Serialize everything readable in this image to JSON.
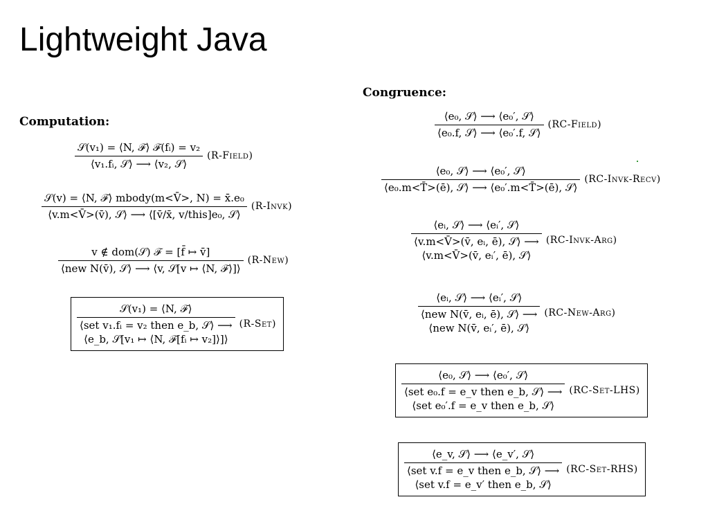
{
  "slide": {
    "title": "Lightweight Java"
  },
  "computation": {
    "heading": "Computation:",
    "rules": [
      {
        "premise": "𝒮(v₁) = ⟨N, ℱ⟩     ℱ(fᵢ) = v₂",
        "conclusion": "⟨v₁.fᵢ, 𝒮⟩ ⟶ ⟨v₂, 𝒮⟩",
        "conclusion_line2": "",
        "name": "(R-Field)"
      },
      {
        "premise": "𝒮(v) = ⟨N, ℱ⟩     mbody(m<V̄>, N) = x̄.e₀",
        "conclusion": "⟨v.m<V̄>(v̄), 𝒮⟩ ⟶ ⟨[v̄/x̄, v/this]e₀, 𝒮⟩",
        "conclusion_line2": "",
        "name": "(R-Invk)"
      },
      {
        "premise": "v ∉ dom(𝒮)     ℱ = [f̄ ↦ v̄]",
        "conclusion": "⟨new N(v̄), 𝒮⟩ ⟶ ⟨v, 𝒮[v ↦ ⟨N, ℱ⟩]⟩",
        "conclusion_line2": "",
        "name": "(R-New)"
      },
      {
        "premise": "𝒮(v₁) = ⟨N, ℱ⟩",
        "conclusion": "⟨set v₁.fᵢ = v₂ then e_b, 𝒮⟩ ⟶",
        "conclusion_line2": "⟨e_b, 𝒮[v₁ ↦ ⟨N, ℱ[fᵢ ↦ v₂]⟩]⟩",
        "name": "(R-Set)"
      }
    ]
  },
  "congruence": {
    "heading": "Congruence:",
    "rules": [
      {
        "premise": "⟨e₀, 𝒮⟩ ⟶ ⟨e₀′, 𝒮⟩",
        "conclusion": "⟨e₀.f, 𝒮⟩ ⟶ ⟨e₀′.f, 𝒮⟩",
        "conclusion_line2": "",
        "name": "(RC-Field)"
      },
      {
        "premise": "⟨e₀, 𝒮⟩ ⟶ ⟨e₀′, 𝒮⟩",
        "conclusion": "⟨e₀.m<T̄>(ē), 𝒮⟩ ⟶ ⟨e₀′.m<T̄>(ē), 𝒮⟩",
        "conclusion_line2": "",
        "name": "(RC-Invk-Recv)"
      },
      {
        "premise": "⟨eᵢ, 𝒮⟩ ⟶ ⟨eᵢ′, 𝒮⟩",
        "conclusion": "⟨v.m<V̄>(v̄, eᵢ, ē), 𝒮⟩ ⟶",
        "conclusion_line2": "⟨v.m<V̄>(v̄, eᵢ′, ē), 𝒮⟩",
        "name": "(RC-Invk-Arg)"
      },
      {
        "premise": "⟨eᵢ, 𝒮⟩ ⟶ ⟨eᵢ′, 𝒮⟩",
        "conclusion": "⟨new N(v̄, eᵢ, ē), 𝒮⟩ ⟶",
        "conclusion_line2": "⟨new N(v̄, eᵢ′, ē), 𝒮⟩",
        "name": "(RC-New-Arg)"
      },
      {
        "premise": "⟨e₀, 𝒮⟩ ⟶ ⟨e₀′, 𝒮⟩",
        "conclusion": "⟨set e₀.f = e_v then e_b, 𝒮⟩ ⟶",
        "conclusion_line2": "⟨set e₀′.f = e_v then e_b, 𝒮⟩",
        "name": "(RC-Set-LHS)"
      },
      {
        "premise": "⟨e_v, 𝒮⟩ ⟶ ⟨e_v′, 𝒮⟩",
        "conclusion": "⟨set v.f = e_v then e_b, 𝒮⟩ ⟶",
        "conclusion_line2": "⟨set v.f = e_v′ then e_b, 𝒮⟩",
        "name": "(RC-Set-RHS)"
      }
    ]
  }
}
